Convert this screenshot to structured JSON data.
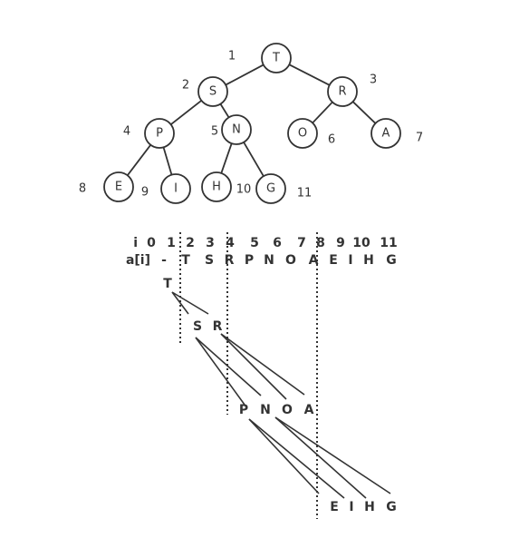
{
  "tree": {
    "nodes": [
      {
        "id": 1,
        "letter": "T",
        "index": "1"
      },
      {
        "id": 2,
        "letter": "S",
        "index": "2"
      },
      {
        "id": 3,
        "letter": "R",
        "index": "3"
      },
      {
        "id": 4,
        "letter": "P",
        "index": "4"
      },
      {
        "id": 5,
        "letter": "N",
        "index": "5"
      },
      {
        "id": 6,
        "letter": "O",
        "index": "6"
      },
      {
        "id": 7,
        "letter": "A",
        "index": "7"
      },
      {
        "id": 8,
        "letter": "E",
        "index": "8"
      },
      {
        "id": 9,
        "letter": "I",
        "index": "9"
      },
      {
        "id": 10,
        "letter": "H",
        "index": "10"
      },
      {
        "id": 11,
        "letter": "G",
        "index": "11"
      }
    ]
  },
  "array": {
    "index_label": "i",
    "value_label": "a[i]",
    "indices": [
      "0",
      "1",
      "2",
      "3",
      "4",
      "5",
      "6",
      "7",
      "8",
      "9",
      "10",
      "11"
    ],
    "values": [
      "-",
      "T",
      "S",
      "R",
      "P",
      "N",
      "O",
      "A",
      "E",
      "I",
      "H",
      "G"
    ]
  },
  "levels": [
    {
      "letters": [
        "T"
      ]
    },
    {
      "letters": [
        "S",
        "R"
      ]
    },
    {
      "letters": [
        "P",
        "N",
        "O",
        "A"
      ]
    },
    {
      "letters": [
        "E",
        "I",
        "H",
        "G"
      ]
    }
  ]
}
